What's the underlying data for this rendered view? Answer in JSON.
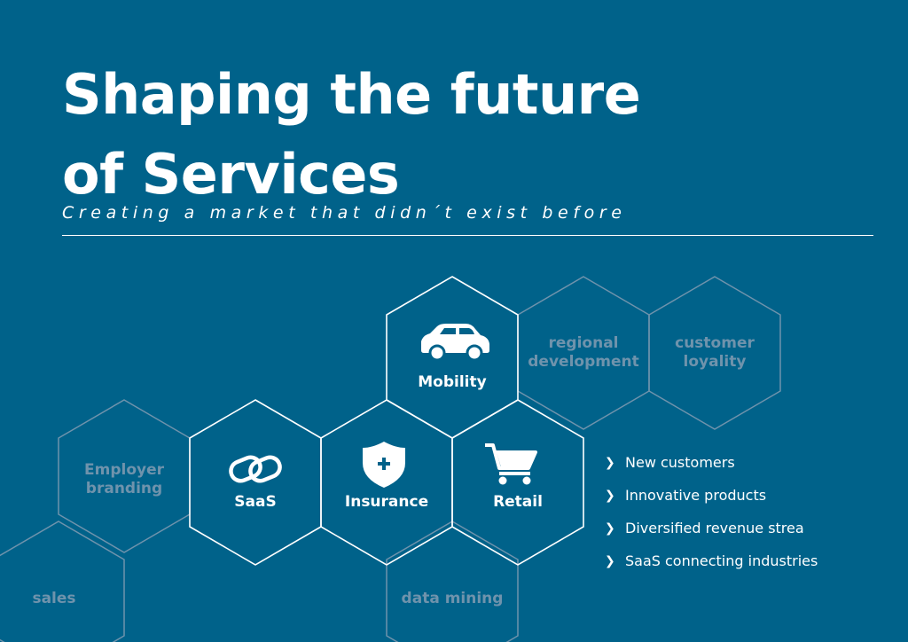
{
  "header": {
    "title_line1": "Shaping the future",
    "title_line2": "of Services",
    "subtitle": "Creating a market that didn´t exist before"
  },
  "hexagons": [
    {
      "id": "mobility",
      "label": "Mobility",
      "icon": "car-icon",
      "highlighted": true
    },
    {
      "id": "regional",
      "label_line1": "regional",
      "label_line2": "development",
      "highlighted": false
    },
    {
      "id": "customer",
      "label_line1": "customer",
      "label_line2": "loyality",
      "highlighted": false
    },
    {
      "id": "employer",
      "label_line1": "Employer",
      "label_line2": "branding",
      "highlighted": false
    },
    {
      "id": "saas",
      "label": "SaaS",
      "icon": "chain-link-icon",
      "highlighted": true
    },
    {
      "id": "insurance",
      "label": "Insurance",
      "icon": "shield-plus-icon",
      "highlighted": true
    },
    {
      "id": "retail",
      "label": "Retail",
      "icon": "shopping-cart-icon",
      "highlighted": true
    },
    {
      "id": "sales",
      "label": "sales",
      "highlighted": false
    },
    {
      "id": "data_mining",
      "label": "data mining",
      "highlighted": false
    }
  ],
  "benefits": [
    "New customers",
    "Innovative products",
    "Diversified revenue strea",
    "SaaS connecting industries"
  ],
  "colors": {
    "background": "#00628a",
    "highlight": "#ffffff",
    "dim": "#6f93ac"
  }
}
